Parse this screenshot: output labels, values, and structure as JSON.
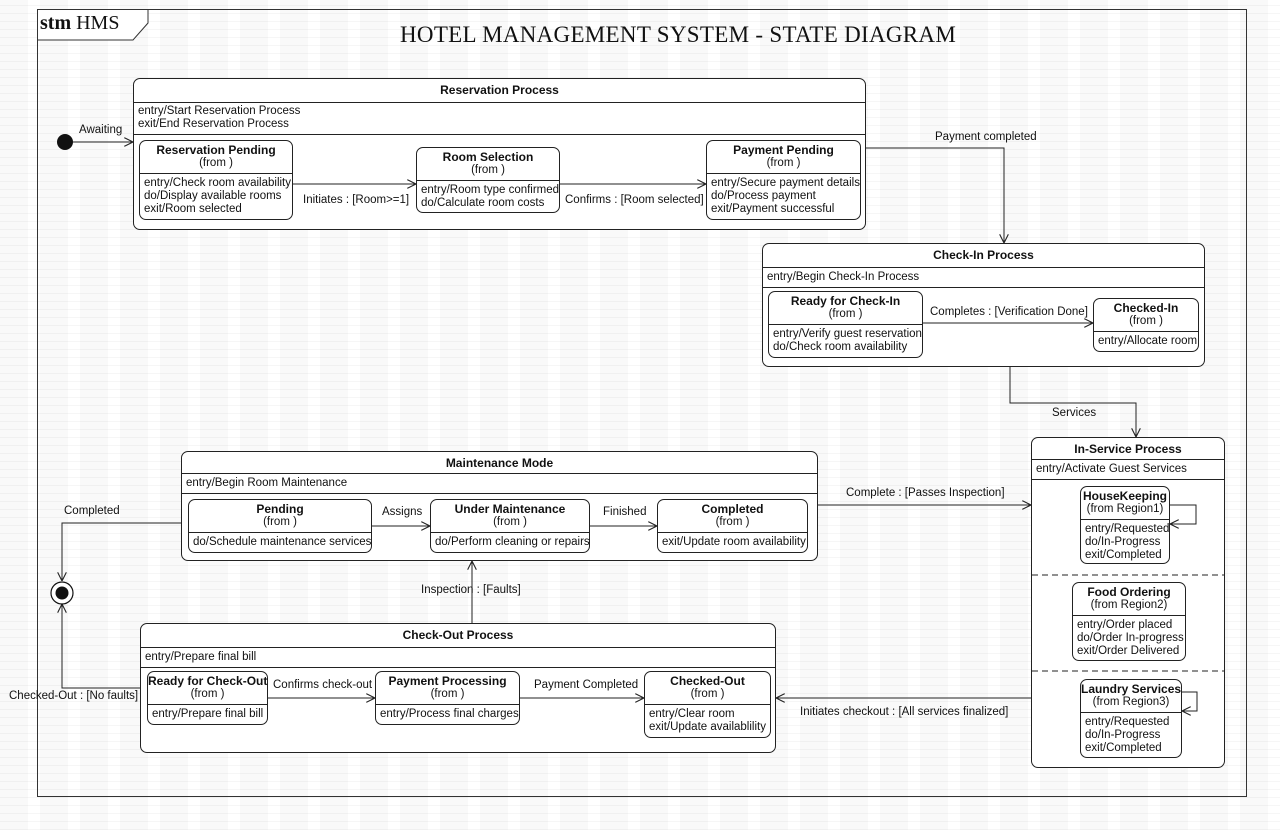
{
  "frame": {
    "stereotype": "stm",
    "name": "HMS"
  },
  "title": "HOTEL  MANAGEMENT SYSTEM - STATE DIAGRAM",
  "reservation": {
    "title": "Reservation Process",
    "entry": "entry/Start Reservation Process",
    "exit": "exit/End Reservation Process",
    "pending": {
      "title": "Reservation Pending",
      "from": "(from )",
      "a1": "entry/Check room availability",
      "a2": "do/Display available rooms",
      "a3": "exit/Room selected"
    },
    "selection": {
      "title": "Room Selection",
      "from": "(from )",
      "a1": "entry/Room type confirmed",
      "a2": "do/Calculate room costs"
    },
    "payment": {
      "title": "Payment Pending",
      "from": "(from )",
      "a1": "entry/Secure payment details",
      "a2": "do/Process payment",
      "a3": "exit/Payment successful"
    }
  },
  "checkin": {
    "title": "Check-In Process",
    "entry": "entry/Begin Check-In Process",
    "ready": {
      "title": "Ready for Check-In",
      "from": "(from )",
      "a1": "entry/Verify guest reservation",
      "a2": "do/Check room availability"
    },
    "checked": {
      "title": "Checked-In",
      "from": "(from )",
      "a1": "entry/Allocate room"
    }
  },
  "inservice": {
    "title": "In-Service Process",
    "entry": "entry/Activate Guest Services",
    "housekeeping": {
      "title": "HouseKeeping",
      "from": "(from Region1)",
      "a1": "entry/Requested",
      "a2": "do/In-Progress",
      "a3": "exit/Completed"
    },
    "food": {
      "title": "Food Ordering",
      "from": "(from Region2)",
      "a1": "entry/Order placed",
      "a2": "do/Order In-progress",
      "a3": "exit/Order Delivered"
    },
    "laundry": {
      "title": "Laundry Services",
      "from": "(from Region3)",
      "a1": "entry/Requested",
      "a2": "do/In-Progress",
      "a3": "exit/Completed"
    }
  },
  "maintenance": {
    "title": "Maintenance Mode",
    "entry": "entry/Begin Room Maintenance",
    "pending": {
      "title": "Pending",
      "from": "(from )",
      "a1": "do/Schedule maintenance services"
    },
    "under": {
      "title": "Under Maintenance",
      "from": "(from )",
      "a1": "do/Perform cleaning or repairs"
    },
    "completed": {
      "title": "Completed",
      "from": "(from )",
      "a1": "exit/Update room availability"
    }
  },
  "checkout": {
    "title": "Check-Out Process",
    "entry": "entry/Prepare final bill",
    "ready": {
      "title": "Ready for Check-Out",
      "from": "(from )",
      "a1": "entry/Prepare final bill"
    },
    "processing": {
      "title": "Payment Processing",
      "from": "(from )",
      "a1": "entry/Process final charges"
    },
    "out": {
      "title": "Checked-Out",
      "from": "(from )",
      "a1": "entry/Clear room",
      "a2": "exit/Update availablility"
    }
  },
  "transitions": {
    "awaiting": "Awaiting",
    "initiates": "Initiates :  [Room>=1]",
    "confirms": "Confirms :  [Room selected]",
    "payment_completed": "Payment completed",
    "completes": "Completes :  [Verification Done]",
    "services": "Services",
    "complete_passes": "Complete :  [Passes Inspection]",
    "assigns": "Assigns",
    "finished": "Finished",
    "completed": "Completed",
    "inspection": "Inspection :  [Faults]",
    "confirms_checkout": "Confirms check-out",
    "payment_completed2": "Payment Completed",
    "initiates_checkout": "Initiates checkout :  [All services finalized]",
    "checked_out": "Checked-Out :  [No faults]"
  }
}
